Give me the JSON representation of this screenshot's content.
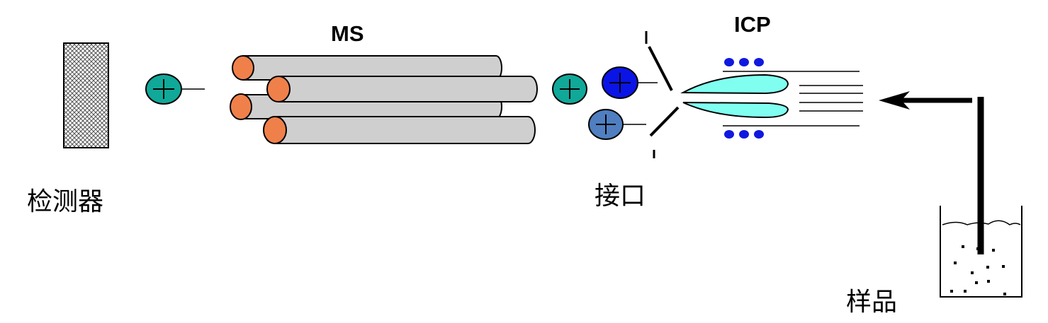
{
  "labels": {
    "ms": "MS",
    "icp": "ICP",
    "detector": "检测器",
    "interface": "接口",
    "sample": "样品"
  },
  "colors": {
    "rod_body": "#cfcfcf",
    "rod_end": "#f0804a",
    "ion_teal": "#10a898",
    "ion_blue": "#0a14e6",
    "ion_steel": "#4f7fc0",
    "plasma": "#80fff0",
    "coil": "#1018e0"
  },
  "icons": {
    "ion": "plus-ion-icon",
    "detector": "hatched-detector-icon",
    "sample_beaker": "beaker-icon",
    "flow_arrow": "left-arrow-icon"
  }
}
